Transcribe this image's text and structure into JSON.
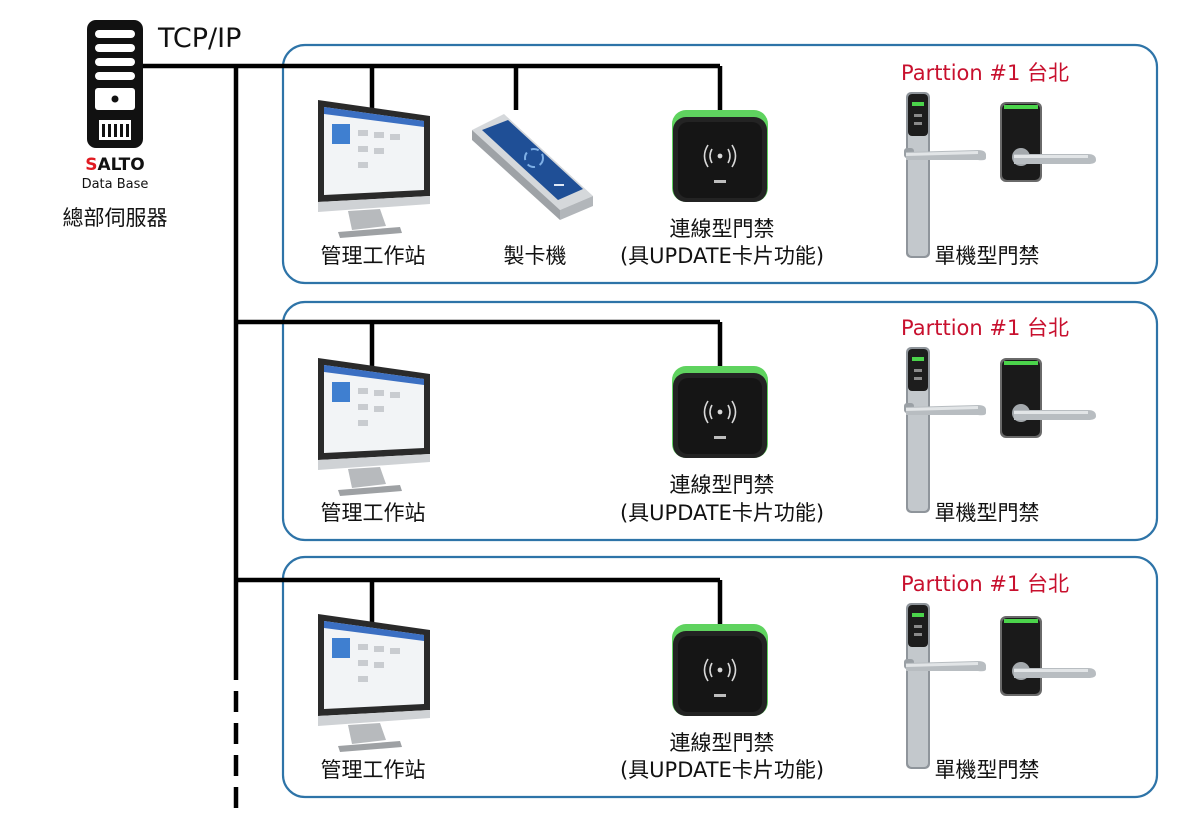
{
  "server": {
    "brand_s": "S",
    "brand_rest": "ALTO",
    "db_label": "Data Base",
    "caption": "總部伺服器"
  },
  "network_label": "TCP/IP",
  "colors": {
    "box_border": "#2e74a8",
    "partition_text": "#c8102e",
    "line": "#000000",
    "reader_glow": "#5fd35f",
    "encoder_screen": "#1f4f96"
  },
  "partitions": [
    {
      "title": "Parttion #1 台北",
      "workstation": "管理工作站",
      "encoder": "製卡機",
      "online_line1": "連線型門禁",
      "online_line2": "(具UPDATE卡片功能)",
      "offline": "單機型門禁"
    },
    {
      "title": "Parttion #1 台北",
      "workstation": "管理工作站",
      "online_line1": "連線型門禁",
      "online_line2": "(具UPDATE卡片功能)",
      "offline": "單機型門禁"
    },
    {
      "title": "Parttion #1 台北",
      "workstation": "管理工作站",
      "online_line1": "連線型門禁",
      "online_line2": "(具UPDATE卡片功能)",
      "offline": "單機型門禁"
    }
  ]
}
